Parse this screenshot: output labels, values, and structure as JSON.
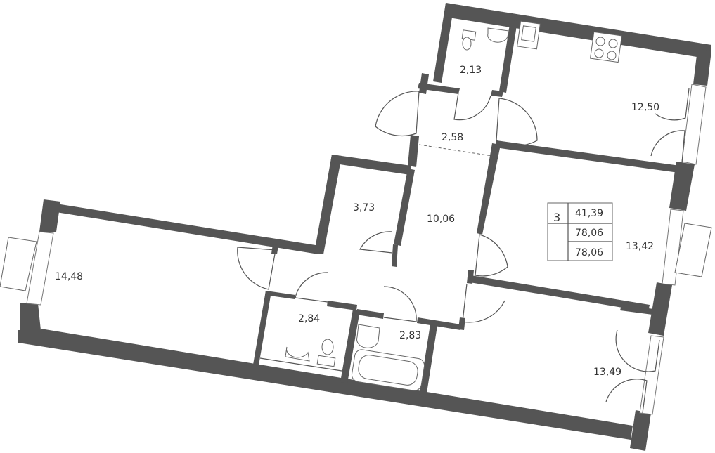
{
  "rooms": {
    "living": "14,48",
    "bath_small": "2,84",
    "bath": "2,83",
    "storage": "3,73",
    "hall": "10,06",
    "hall_top": "2,58",
    "wc": "2,13",
    "kitchen": "12,50",
    "bedroom1": "13,42",
    "bedroom2": "13,49"
  },
  "summary": {
    "room_count": "3",
    "living_area": "41,39",
    "total_area": "78,06",
    "total_area_2": "78,06"
  },
  "colors": {
    "wall": "#555555",
    "text": "#333333"
  }
}
